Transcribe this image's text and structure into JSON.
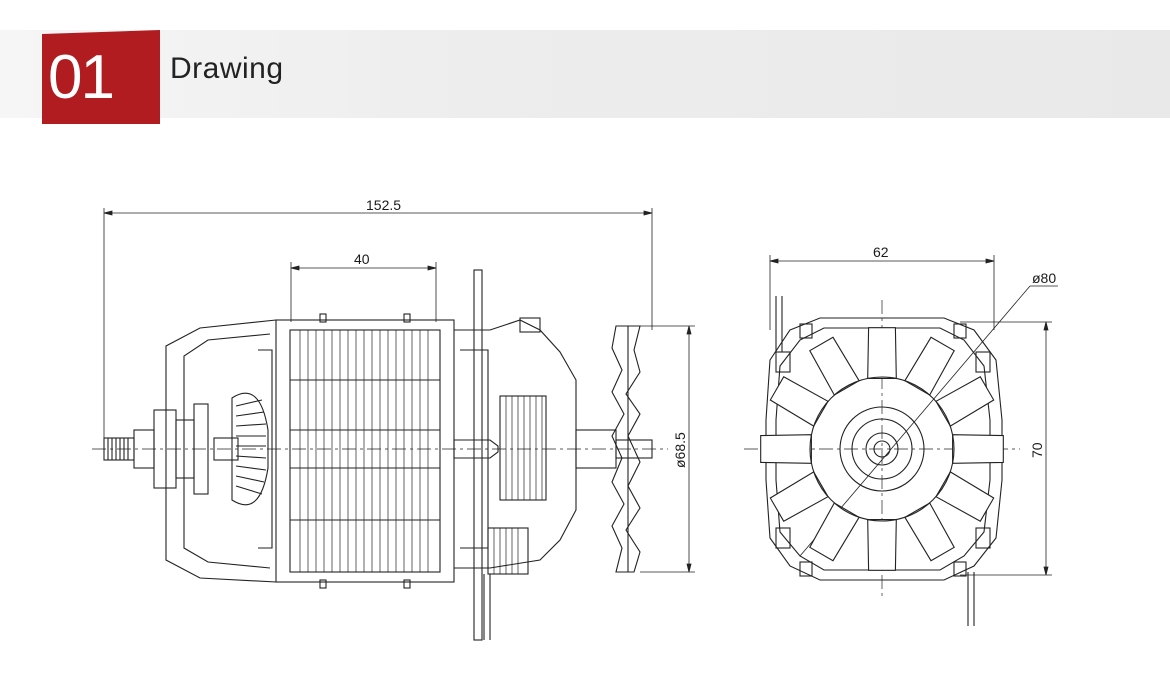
{
  "header": {
    "number": "01",
    "title": "Drawing",
    "accent_color": "#b01c1f"
  },
  "side_view": {
    "overall_length_label": "152.5",
    "stator_width_label": "40",
    "fan_diameter_label": "ø68.5"
  },
  "front_view": {
    "width_label": "62",
    "diameter_label": "ø80",
    "height_label": "70"
  }
}
